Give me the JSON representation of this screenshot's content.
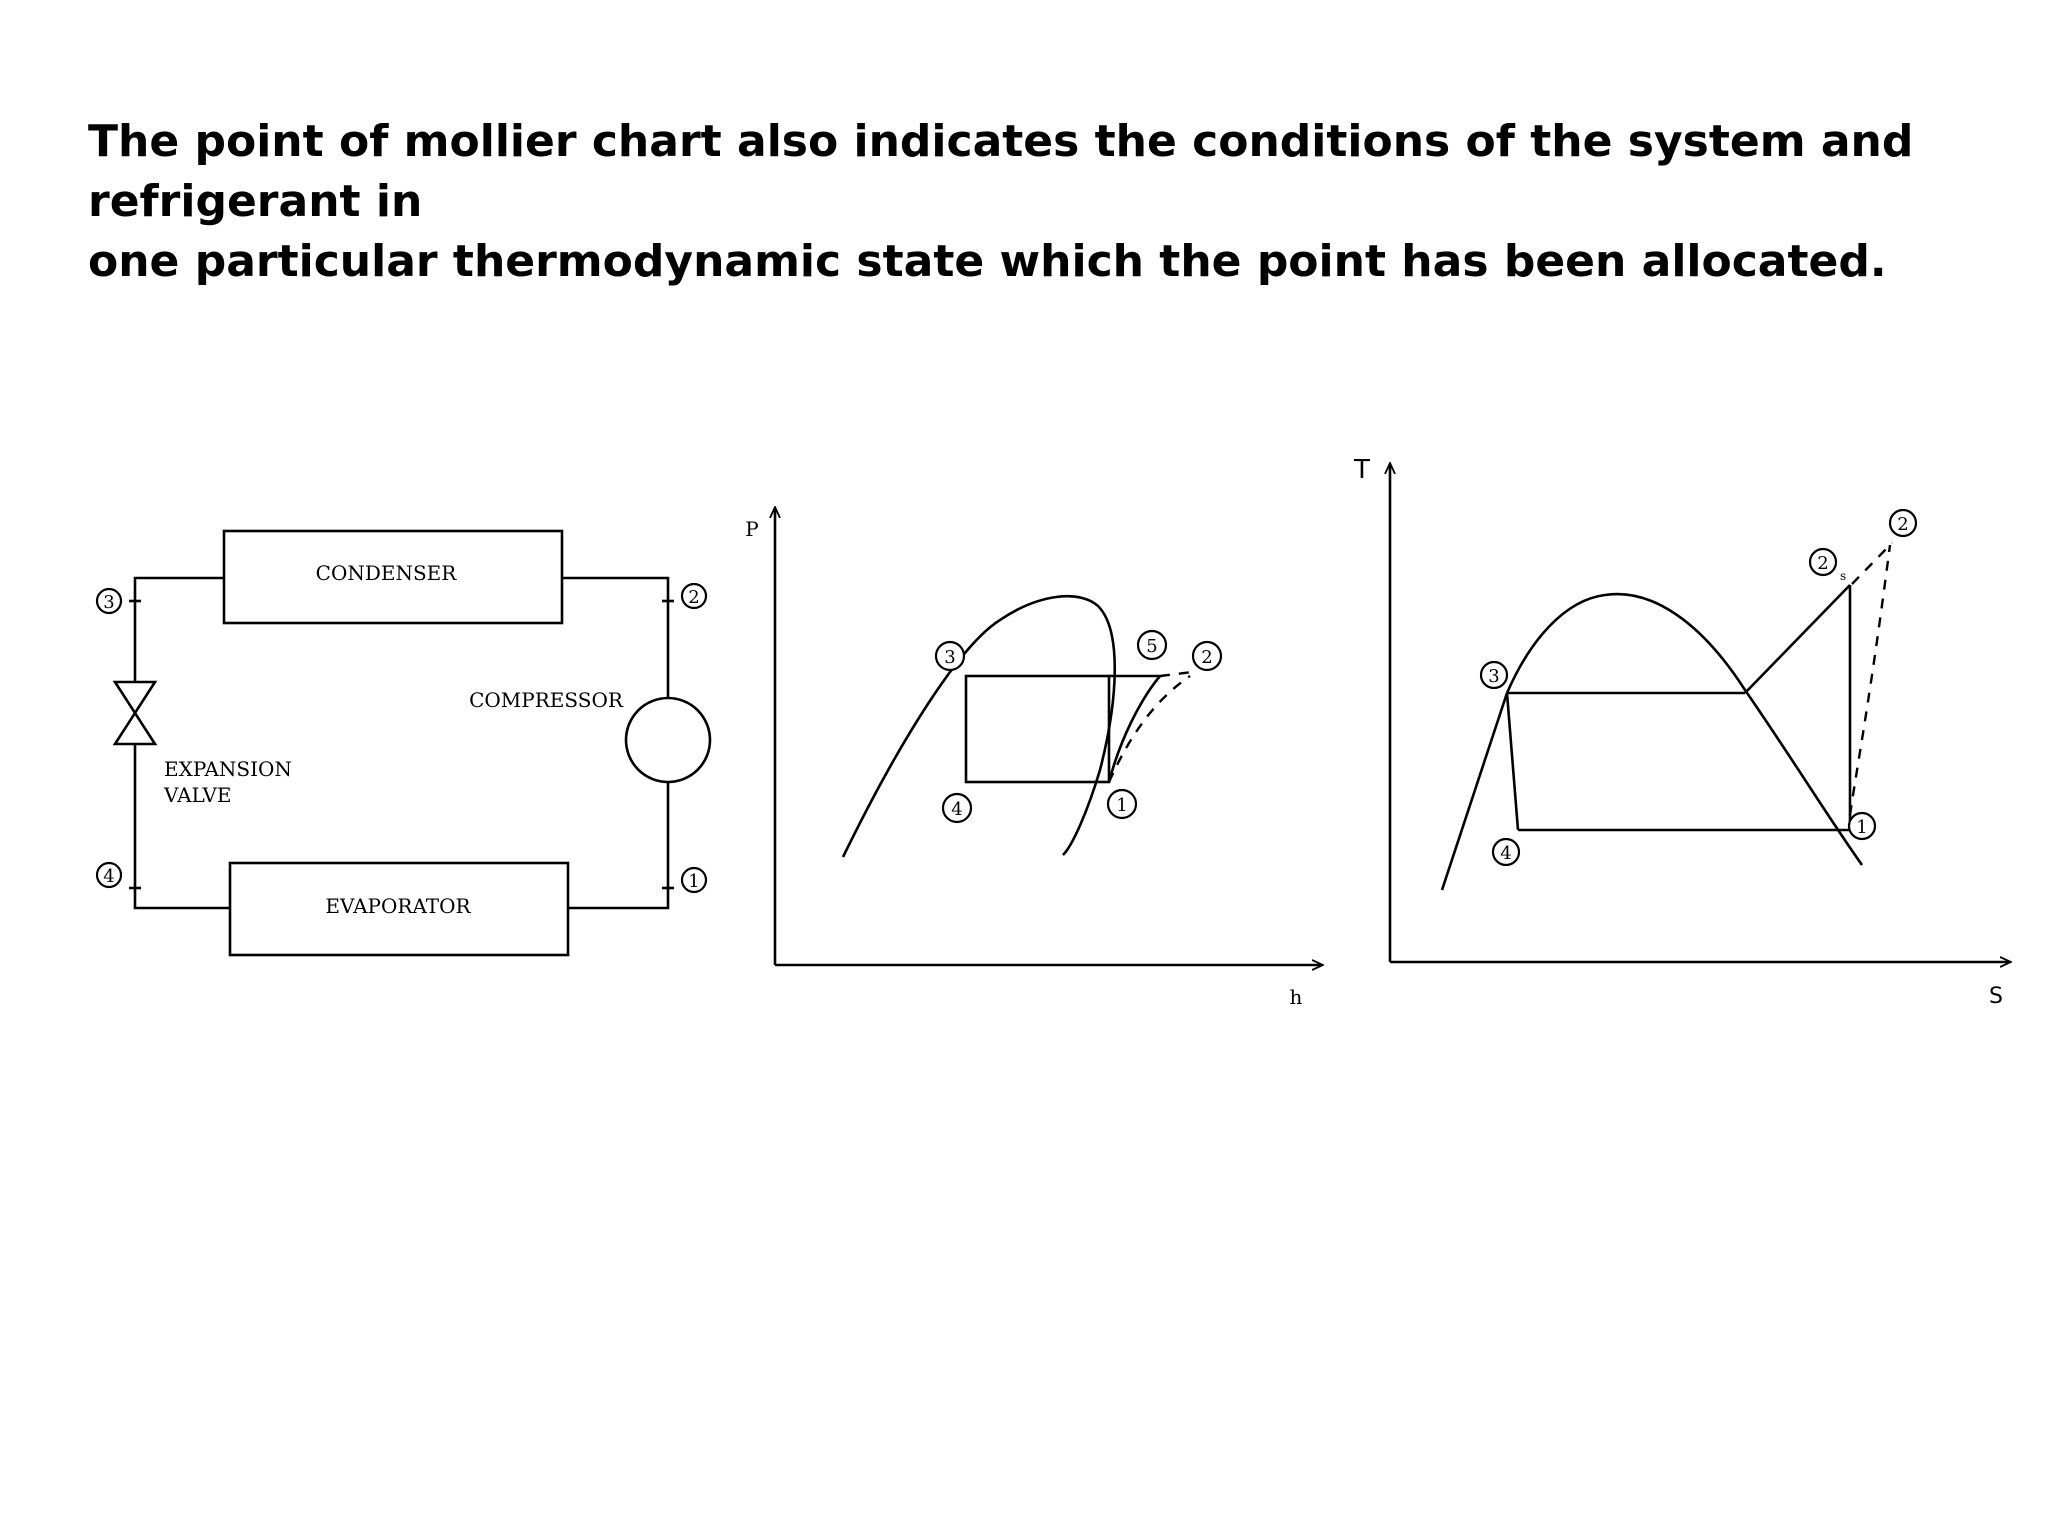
{
  "heading": {
    "line1": "The point of mollier chart also indicates the conditions of the system and refrigerant in",
    "line2": "one particular thermodynamic state which the point has been allocated."
  },
  "cycle_diagram": {
    "condenser": "CONDENSER",
    "compressor": "COMPRESSOR",
    "expansion_valve_line1": "EXPANSION",
    "expansion_valve_line2": "VALVE",
    "evaporator": "EVAPORATOR",
    "points": [
      "3",
      "2",
      "4",
      "1"
    ]
  },
  "ph_diagram": {
    "y_axis": "P",
    "x_axis": "h",
    "points": [
      "3",
      "5",
      "2",
      "4",
      "1"
    ]
  },
  "ts_diagram": {
    "y_axis": "T",
    "x_axis": "S",
    "points": [
      "2",
      "2",
      "3",
      "4",
      "1"
    ],
    "subscript_s": "s"
  }
}
